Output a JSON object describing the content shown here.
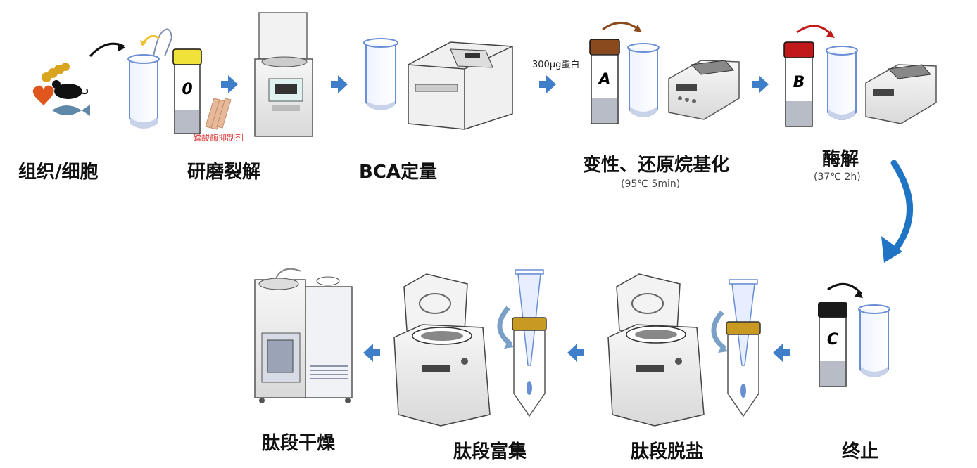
{
  "steps": {
    "s1": {
      "label": "组织/细胞"
    },
    "s2": {
      "label": "研磨裂解",
      "inhibitor": "磷酸酶抑制剂",
      "tube_letter": "0"
    },
    "s3": {
      "label": "BCA定量"
    },
    "s4": {
      "label": "变性、还原烷基化",
      "condition": "(95℃ 5min)",
      "amount": "300μg蛋白",
      "tube_letter": "A"
    },
    "s5": {
      "label": "酶解",
      "condition": "(37℃ 2h)",
      "tube_letter": "B"
    },
    "s6": {
      "label": "终止",
      "tube_letter": "C"
    },
    "s7": {
      "label": "肽段脱盐"
    },
    "s8": {
      "label": "肽段富集"
    },
    "s9": {
      "label": "肽段干燥"
    }
  },
  "colors": {
    "arrow": "#3f7fc9",
    "big_arrow": "#1f74c4",
    "cap_yellow": "#f1e23a",
    "cap_brown": "#8a4a1e",
    "cap_red": "#c21a1a",
    "cap_black": "#1a1a1a",
    "cap_gold": "#c89a22",
    "tube_outline": "#6a8fd4",
    "liquid": "#b8bcc6"
  }
}
